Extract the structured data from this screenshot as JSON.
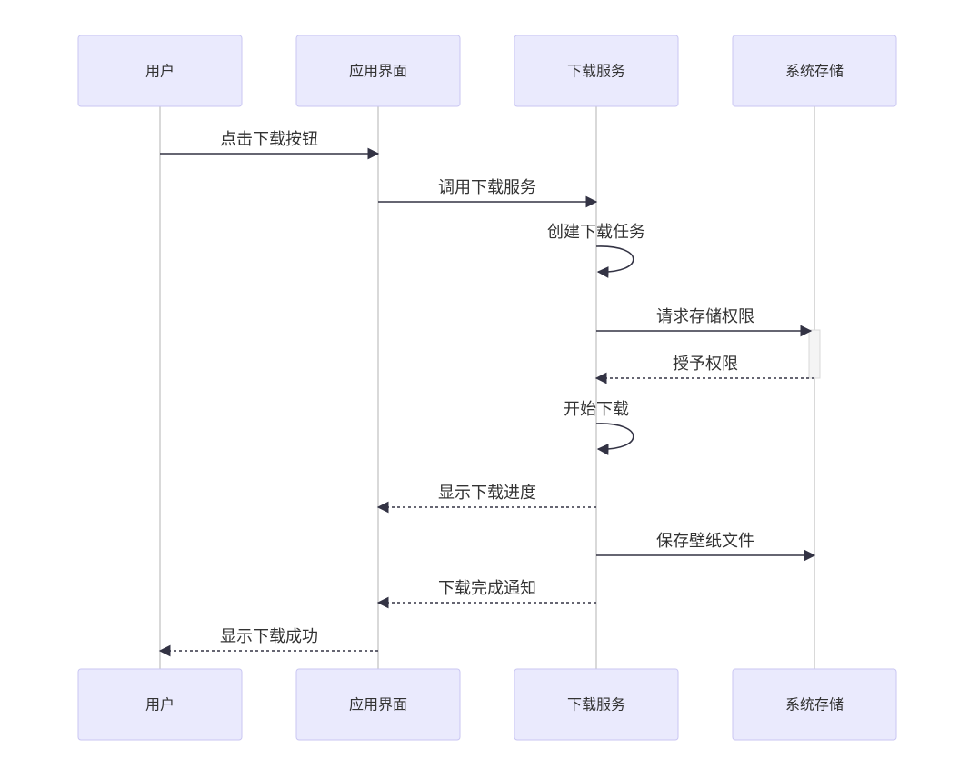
{
  "participants": [
    {
      "id": "user",
      "label": "用户"
    },
    {
      "id": "ui",
      "label": "应用界面"
    },
    {
      "id": "service",
      "label": "下载服务"
    },
    {
      "id": "storage",
      "label": "系统存储"
    }
  ],
  "messages": [
    {
      "from": "user",
      "to": "ui",
      "text": "点击下载按钮",
      "style": "solid"
    },
    {
      "from": "ui",
      "to": "service",
      "text": "调用下载服务",
      "style": "solid"
    },
    {
      "from": "service",
      "to": "service",
      "text": "创建下载任务",
      "style": "solid"
    },
    {
      "from": "service",
      "to": "storage",
      "text": "请求存储权限",
      "style": "solid"
    },
    {
      "from": "storage",
      "to": "service",
      "text": "授予权限",
      "style": "dashed"
    },
    {
      "from": "service",
      "to": "service",
      "text": "开始下载",
      "style": "solid"
    },
    {
      "from": "service",
      "to": "ui",
      "text": "显示下载进度",
      "style": "dashed"
    },
    {
      "from": "service",
      "to": "storage",
      "text": "保存壁纸文件",
      "style": "solid"
    },
    {
      "from": "service",
      "to": "ui",
      "text": "下载完成通知",
      "style": "dashed"
    },
    {
      "from": "ui",
      "to": "user",
      "text": "显示下载成功",
      "style": "dashed"
    }
  ],
  "activations": [
    {
      "participant": "storage",
      "from_message": 3,
      "to_message": 4
    }
  ],
  "colors": {
    "actor_fill": "#eaeafd",
    "actor_stroke": "#c9c6f2",
    "lifeline": "#b3b3b3",
    "line": "#333344",
    "text": "#333333"
  }
}
